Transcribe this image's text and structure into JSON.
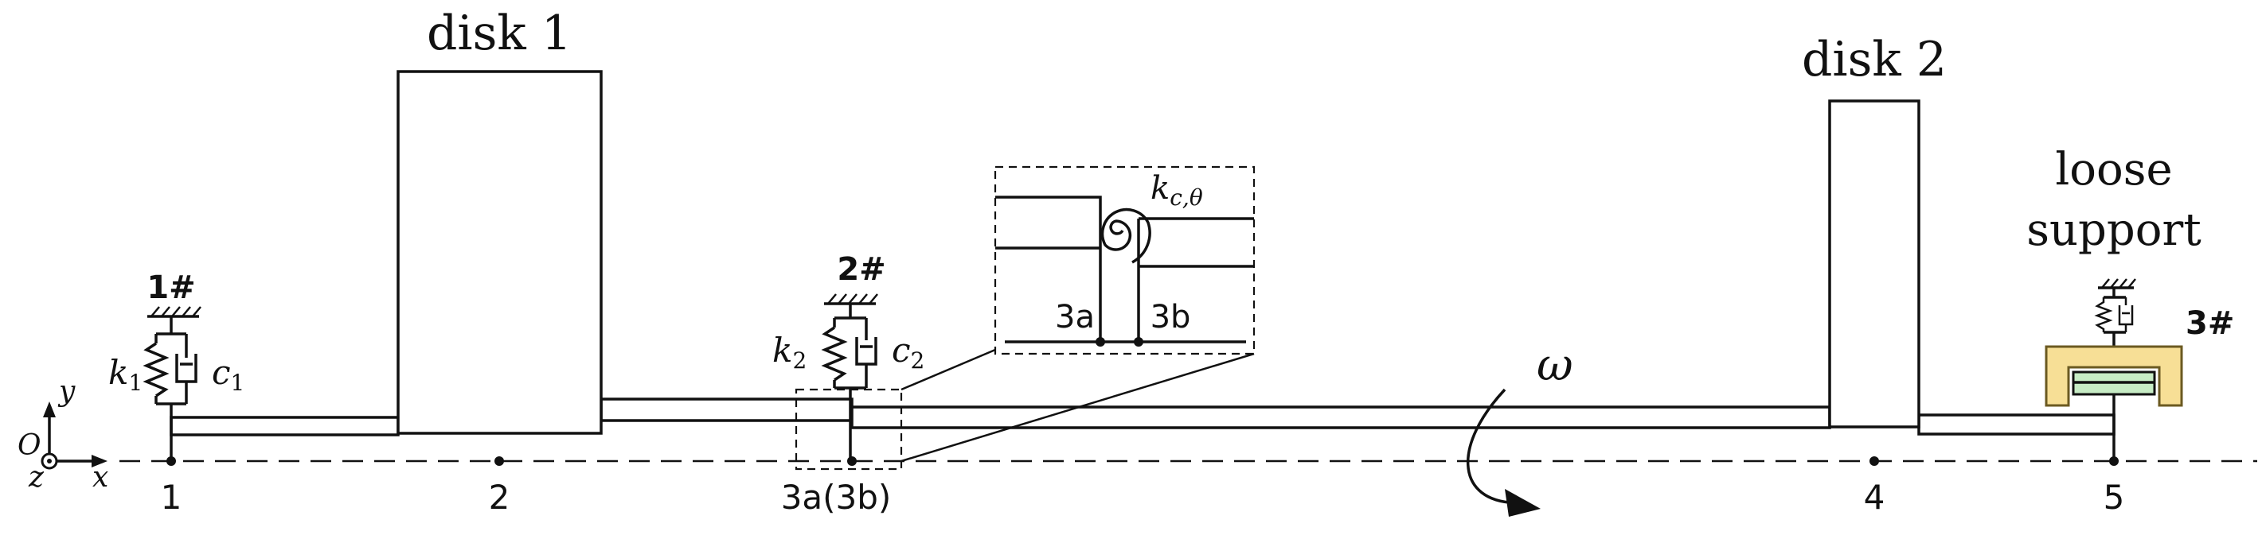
{
  "disks": [
    {
      "label": "disk 1"
    },
    {
      "label": "disk 2"
    }
  ],
  "nodes": [
    {
      "label": "1"
    },
    {
      "label": "2"
    },
    {
      "label": "3a(3b)"
    },
    {
      "label": "4"
    },
    {
      "label": "5"
    }
  ],
  "supports": {
    "s1": {
      "id": "1#",
      "spring": "k",
      "spring_sub": "1",
      "damper": "c",
      "damper_sub": "1"
    },
    "s2": {
      "id": "2#",
      "spring": "k",
      "spring_sub": "2",
      "damper": "c",
      "damper_sub": "2"
    },
    "s3": {
      "id": "3#",
      "title_line1": "loose",
      "title_line2": "support"
    }
  },
  "coupling": {
    "stiffness": "k",
    "stiffness_sub": "c,θ",
    "left_node": "3a",
    "right_node": "3b"
  },
  "rotation": {
    "symbol": "ω"
  },
  "axes": {
    "origin": "O",
    "x": "x",
    "y": "y",
    "z": "z"
  },
  "colors": {
    "housing": "#f7df96",
    "housing_stroke": "#6b5a21",
    "bushing": "#c7ecc5"
  }
}
